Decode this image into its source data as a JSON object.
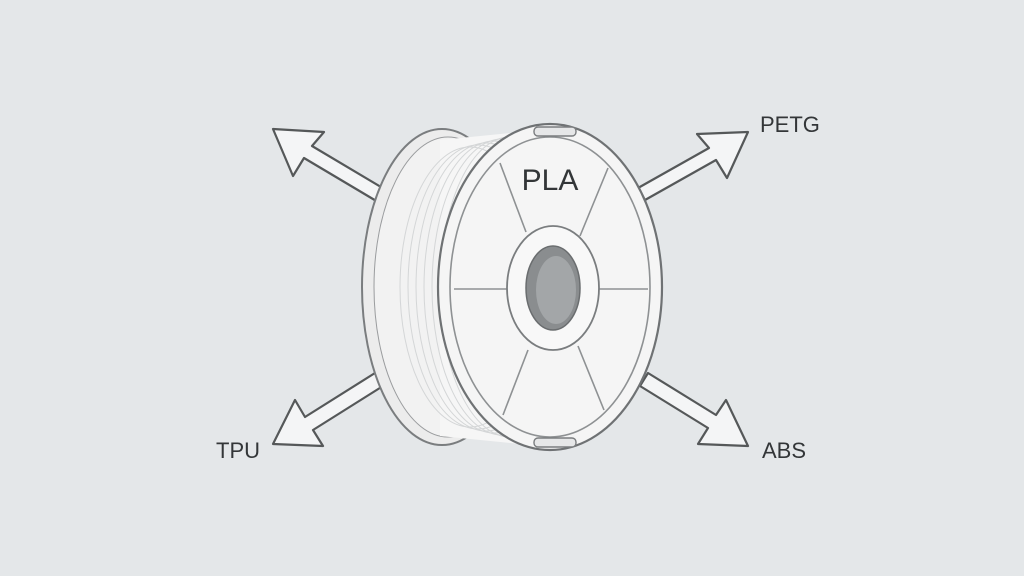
{
  "spool": {
    "label": "PLA"
  },
  "materials": {
    "petg": "PETG",
    "tpu": "TPU",
    "abs": "ABS"
  }
}
